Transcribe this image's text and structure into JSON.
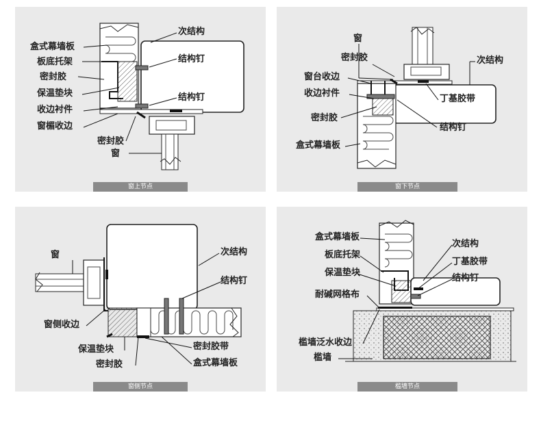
{
  "panels": [
    {
      "caption": "窗上节点",
      "labels": [
        "次结构",
        "盒式幕墙板",
        "板底托架",
        "结构钉",
        "密封胶",
        "保温垫块",
        "结构钉",
        "收边衬件",
        "窗楣收边",
        "密封胶",
        "窗"
      ]
    },
    {
      "caption": "窗下节点",
      "labels": [
        "窗",
        "密封胶",
        "次结构",
        "窗台收边",
        "收边衬件",
        "丁基胶带",
        "密封胶",
        "结构钉",
        "盒式幕墙板"
      ]
    },
    {
      "caption": "窗侧节点",
      "labels": [
        "窗",
        "次结构",
        "结构钉",
        "窗侧收边",
        "保温垫块",
        "密封胶带",
        "密封胶",
        "盒式幕墙板"
      ]
    },
    {
      "caption": "槛墙节点",
      "labels": [
        "盒式幕墙板",
        "次结构",
        "板底托架",
        "丁基胶带",
        "保温垫块",
        "结构钉",
        "耐碱网格布",
        "槛墙泛水收边",
        "槛墙"
      ]
    }
  ]
}
